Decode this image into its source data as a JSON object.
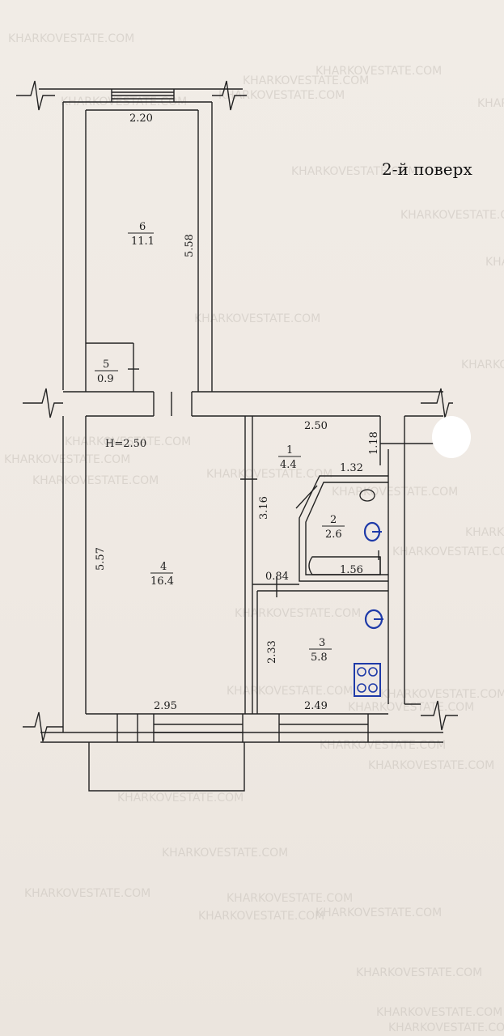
{
  "floor_label": "2-й поверх",
  "ceiling_height": "H=2.50",
  "rooms": [
    {
      "number": "1",
      "area": "4.4"
    },
    {
      "number": "2",
      "area": "2.6"
    },
    {
      "number": "3",
      "area": "5.8"
    },
    {
      "number": "4",
      "area": "16.4"
    },
    {
      "number": "5",
      "area": "0.9"
    },
    {
      "number": "6",
      "area": "11.1"
    }
  ],
  "dimensions": {
    "room6_width": "2.20",
    "room6_length": "5.58",
    "room4_length": "5.57",
    "room4_width": "2.95",
    "room1_width": "2.50",
    "room1_side": "1.18",
    "room1_depth": "3.16",
    "bath_top": "1.32",
    "bath_bottom": "1.56",
    "corridor_gap": "0.84",
    "kitchen_depth": "2.33",
    "kitchen_width": "2.49"
  },
  "watermark": "KHARKOVESTATE.COM"
}
